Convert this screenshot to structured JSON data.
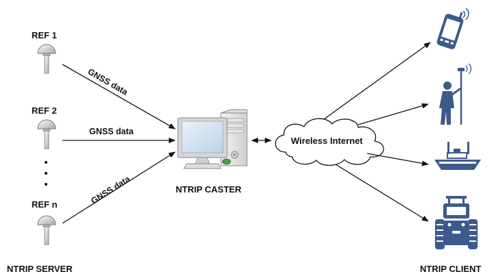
{
  "references": {
    "ref1": "REF 1",
    "ref2": "REF 2",
    "refn": "REF n"
  },
  "edges": {
    "ref1_to_caster": "GNSS data",
    "ref2_to_caster": "GNSS data",
    "refn_to_caster": "GNSS data"
  },
  "caster": {
    "label": "NTRIP CASTER"
  },
  "cloud": {
    "label": "Wireless Internet"
  },
  "footer": {
    "server_label": "NTRIP SERVER",
    "client_label": "NTRIP CLIENT"
  },
  "clients": {
    "icons": [
      "smartphone-icon",
      "surveyor-icon",
      "boat-icon",
      "tractor-icon"
    ]
  },
  "colors": {
    "client_icon": "#3d5a8c",
    "line": "#111111",
    "antenna_fill": "#e8e8e8"
  }
}
